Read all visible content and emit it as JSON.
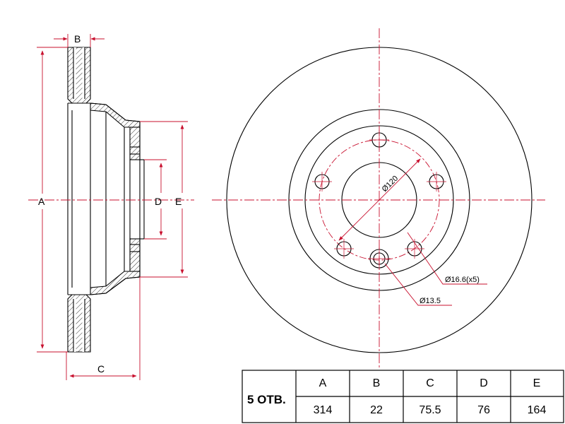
{
  "side_view": {
    "label_a": "A",
    "label_b": "B",
    "label_c": "C",
    "label_d": "D",
    "label_e": "E"
  },
  "front_view": {
    "pcd_label": "Ø120",
    "bolt_hole_label": "Ø16.6(x5)",
    "pin_hole_label": "Ø13.5"
  },
  "spec_table": {
    "holes_label": "5 ОТВ.",
    "headers": [
      "A",
      "B",
      "C",
      "D",
      "E"
    ],
    "values": [
      "314",
      "22",
      "75.5",
      "76",
      "164"
    ]
  },
  "colors": {
    "line": "#000000",
    "dimension": "#c8102e",
    "centerline": "#c8102e"
  }
}
